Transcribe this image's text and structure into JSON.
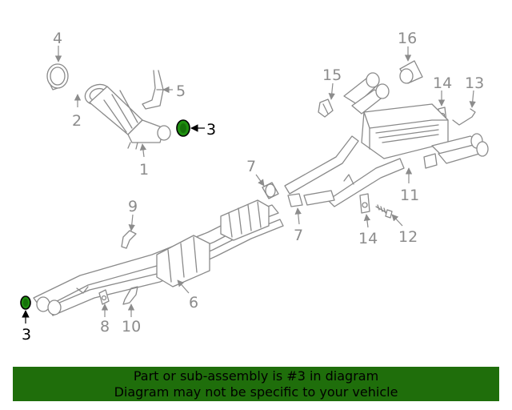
{
  "diagram": {
    "highlight_color": "#1f8f10",
    "callouts": {
      "c1": "1",
      "c2": "2",
      "c3a": "3",
      "c3b": "3",
      "c4": "4",
      "c5": "5",
      "c6": "6",
      "c7a": "7",
      "c7b": "7",
      "c8": "8",
      "c9": "9",
      "c10": "10",
      "c11": "11",
      "c12": "12",
      "c13": "13",
      "c14a": "14",
      "c14b": "14",
      "c15": "15",
      "c16": "16"
    }
  },
  "banner": {
    "line1": "Part or sub-assembly is #3 in diagram",
    "line2": "Diagram may not be specific to your vehicle",
    "background": "#1f6e0b"
  }
}
